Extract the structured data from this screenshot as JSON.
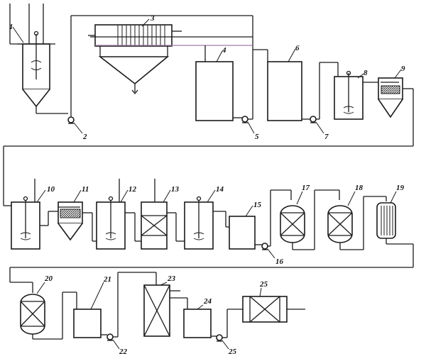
{
  "labels": {
    "n1": "1",
    "n2": "2",
    "n3": "3",
    "n4": "4",
    "n5": "5",
    "n6": "6",
    "n7": "7",
    "n8": "8",
    "n9": "9",
    "n10": "10",
    "n11": "11",
    "n12": "12",
    "n13": "13",
    "n14": "14",
    "n15": "15",
    "n16": "16",
    "n17": "17",
    "n18": "18",
    "n19": "19",
    "n20": "20",
    "n21": "21",
    "n22": "22",
    "n23": "23",
    "n24": "24",
    "n25a": "25",
    "n25b": "25"
  }
}
